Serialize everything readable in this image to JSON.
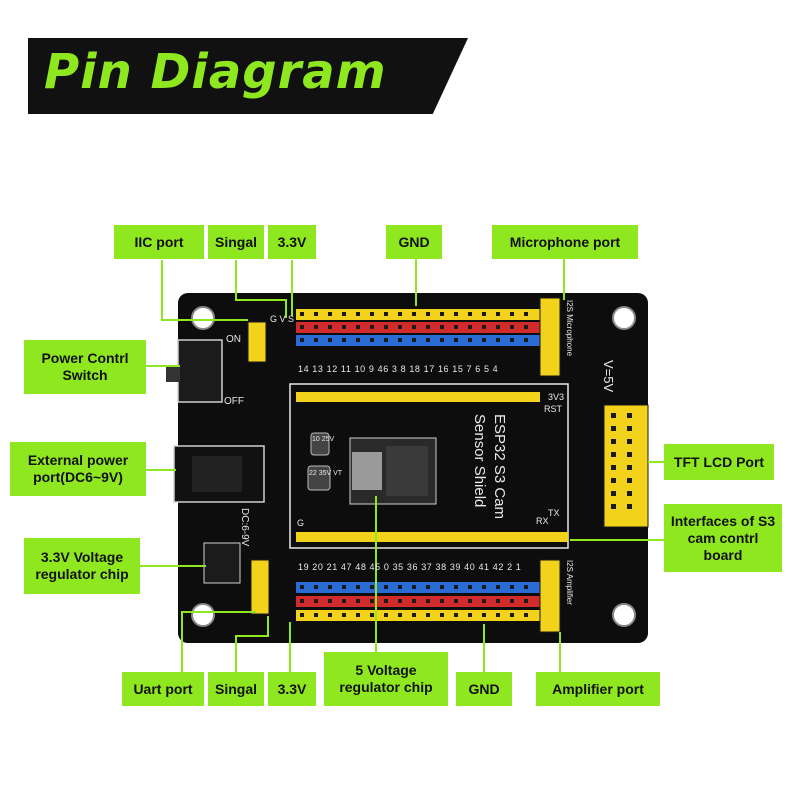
{
  "title": "Pin Diagram",
  "colors": {
    "accent": "#8fe81f",
    "board": "#0d0d0d",
    "header_yellow": "#f2d21b",
    "header_red": "#d12b2b",
    "header_blue": "#2a6bd6"
  },
  "labels": {
    "iic_port": "IIC port",
    "signal_top": "Singal",
    "v33_top": "3.3V",
    "gnd_top": "GND",
    "microphone_port": "Microphone port",
    "power_control_switch": "Power Contrl Switch",
    "external_power_port": "External power port(DC6~9V)",
    "tft_lcd_port": "TFT LCD Port",
    "interfaces_s3_cam": "Interfaces of S3 cam contrl board",
    "regulator_33v": "3.3V Voltage regulator chip",
    "uart_port": "Uart port",
    "signal_bottom": "Singal",
    "v33_bottom": "3.3V",
    "regulator_5v": "5 Voltage regulator chip",
    "gnd_bottom": "GND",
    "amplifier_port": "Amplifier port"
  },
  "board": {
    "shield_name_1": "ESP32 S3 Cam",
    "shield_name_2": "Sensor Shield",
    "voltage_mark": "V=5V",
    "dc_mark": "DC:6-9V",
    "on_mark": "ON",
    "off_mark": "OFF",
    "top_pin_numbers": "14 13 12 11 10 9 46 3 8 18 17 16 15 7 6 5 4",
    "bottom_pin_numbers": "19 20 21 47 48 45 0 35 36 37 38 39 40 41 42 2 1",
    "row_side_label": "G V S",
    "cap_1_value": "10 25V",
    "cap_2_value": "22 35V VT",
    "mic_header_label": "I2S Microphone",
    "amp_header_label": "I2S Amplifier",
    "tx_mark": "TX",
    "rx_mark": "RX",
    "g_mark": "G",
    "rst_mark": "RST",
    "v33_mark": "3V3"
  }
}
